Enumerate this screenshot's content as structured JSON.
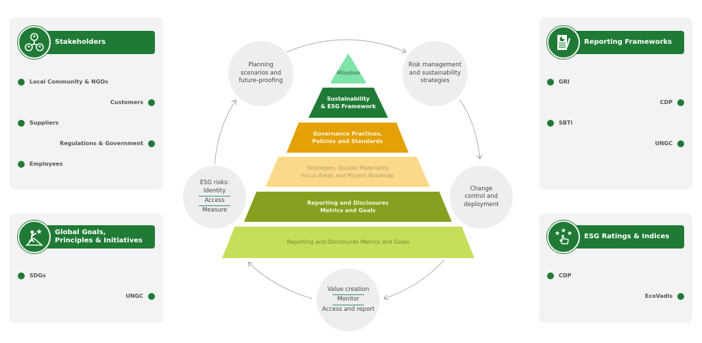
{
  "colors": {
    "brand_green": "#1f7a36",
    "panel_bg": "#f3f3f3",
    "circle_bg": "#eeeeee",
    "mission": "#7ee3a8",
    "framework": "#1f7a36",
    "governance": "#e3a106",
    "strategies": "#fcd98a",
    "reporting_dark": "#85a11f",
    "reporting_light": "#c5df5a"
  },
  "panels": {
    "stakeholders": {
      "title": "Stakeholders",
      "icon": "network-people-icon",
      "items": [
        "Local Community & NGOs",
        "Customers",
        "Suppliers",
        "Regulations & Government",
        "Employees"
      ]
    },
    "global_goals": {
      "title_line1": "Global Goals,",
      "title_line2": "Principles & Initiatives",
      "icon": "climbing-person-star-icon",
      "items": [
        "SDGs",
        "UNGC"
      ]
    },
    "reporting_frameworks": {
      "title": "Reporting Frameworks",
      "icon": "report-document-icon",
      "items": [
        "GRI",
        "CDP",
        "SBTi",
        "UNGC"
      ]
    },
    "esg_ratings": {
      "title": "ESG Ratings & Indices",
      "icon": "rating-stars-hand-icon",
      "items": [
        "CDP",
        "EcoVadis"
      ]
    }
  },
  "pyramid": [
    {
      "line1": "Mission",
      "line2": ""
    },
    {
      "line1": "Sustainability",
      "line2": "& ESG Framework"
    },
    {
      "line1": "Governance Practices,",
      "line2": "Policies and Standards"
    },
    {
      "line1": "Strategies, Double Materiality",
      "line2": "Focus Areas and Project Roadmap"
    },
    {
      "line1": "Reporting and Disclosures",
      "line2": "Metrics and Goals"
    },
    {
      "line1": "Reporting and Disclosures Metrics and Goals",
      "line2": ""
    }
  ],
  "cycle": {
    "planning": [
      "Planning",
      "scenarios and",
      "future-proofing"
    ],
    "risk": [
      "Risk management",
      "and sustainability",
      "strategies"
    ],
    "change": [
      "Change",
      "control and",
      "deployment"
    ],
    "value": [
      "Value creation",
      "Monitor",
      "Access and report"
    ],
    "esg_risks": [
      "ESG risks:",
      "Identity",
      "Access",
      "Measure"
    ]
  }
}
